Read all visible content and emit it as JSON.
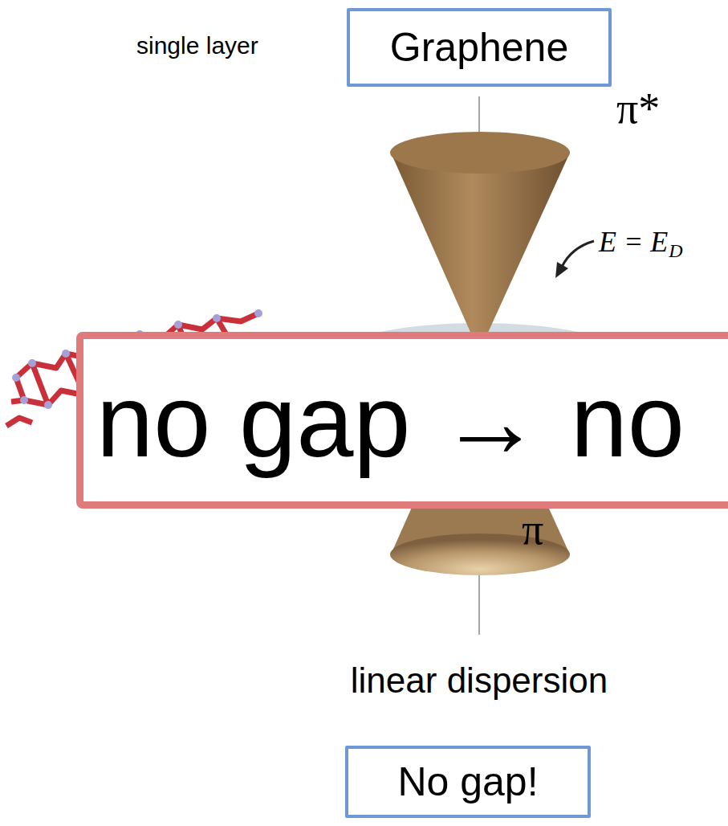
{
  "diagram": {
    "nodes": [
      {
        "text": [
          "Graphene"
        ]
      },
      {
        "text": [
          "no gap → no"
        ]
      },
      {
        "text": [
          "No gap!"
        ]
      }
    ],
    "labels": [
      "single layer",
      "π*",
      "E = E",
      "D",
      "π",
      "linear dispersion"
    ]
  }
}
